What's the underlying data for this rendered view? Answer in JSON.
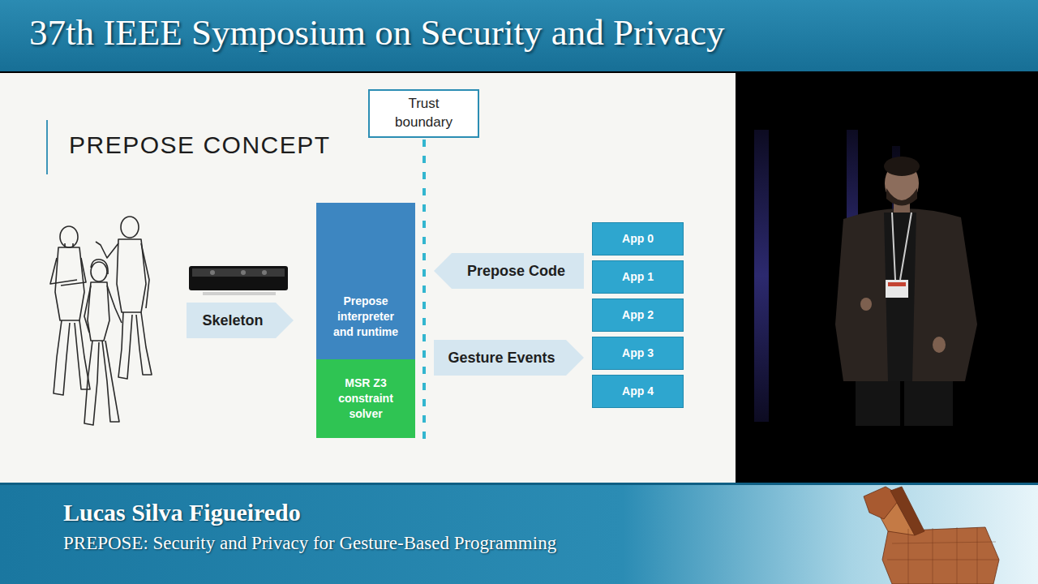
{
  "diagram": {
    "title": "PREPOSE CONCEPT",
    "nodes": [
      {
        "text": [
          "Trust boundary"
        ]
      },
      {
        "text": [
          "Prepose interpreter and runtime"
        ]
      },
      {
        "text": [
          "MSR Z3 constraint solver"
        ]
      },
      {
        "text": [
          "Skeleton"
        ]
      },
      {
        "text": [
          "Prepose Code"
        ]
      },
      {
        "text": [
          "Gesture Events"
        ]
      },
      {
        "text": [
          "App 0"
        ]
      },
      {
        "text": [
          "App 1"
        ]
      },
      {
        "text": [
          "App 2"
        ]
      },
      {
        "text": [
          "App 3"
        ]
      },
      {
        "text": [
          "App 4"
        ]
      }
    ],
    "labels": [
      "37th IEEE Symposium on Security and Privacy",
      "Lucas Silva Figueiredo",
      "PREPOSE: Security and Privacy for Gesture-Based Programming"
    ]
  }
}
